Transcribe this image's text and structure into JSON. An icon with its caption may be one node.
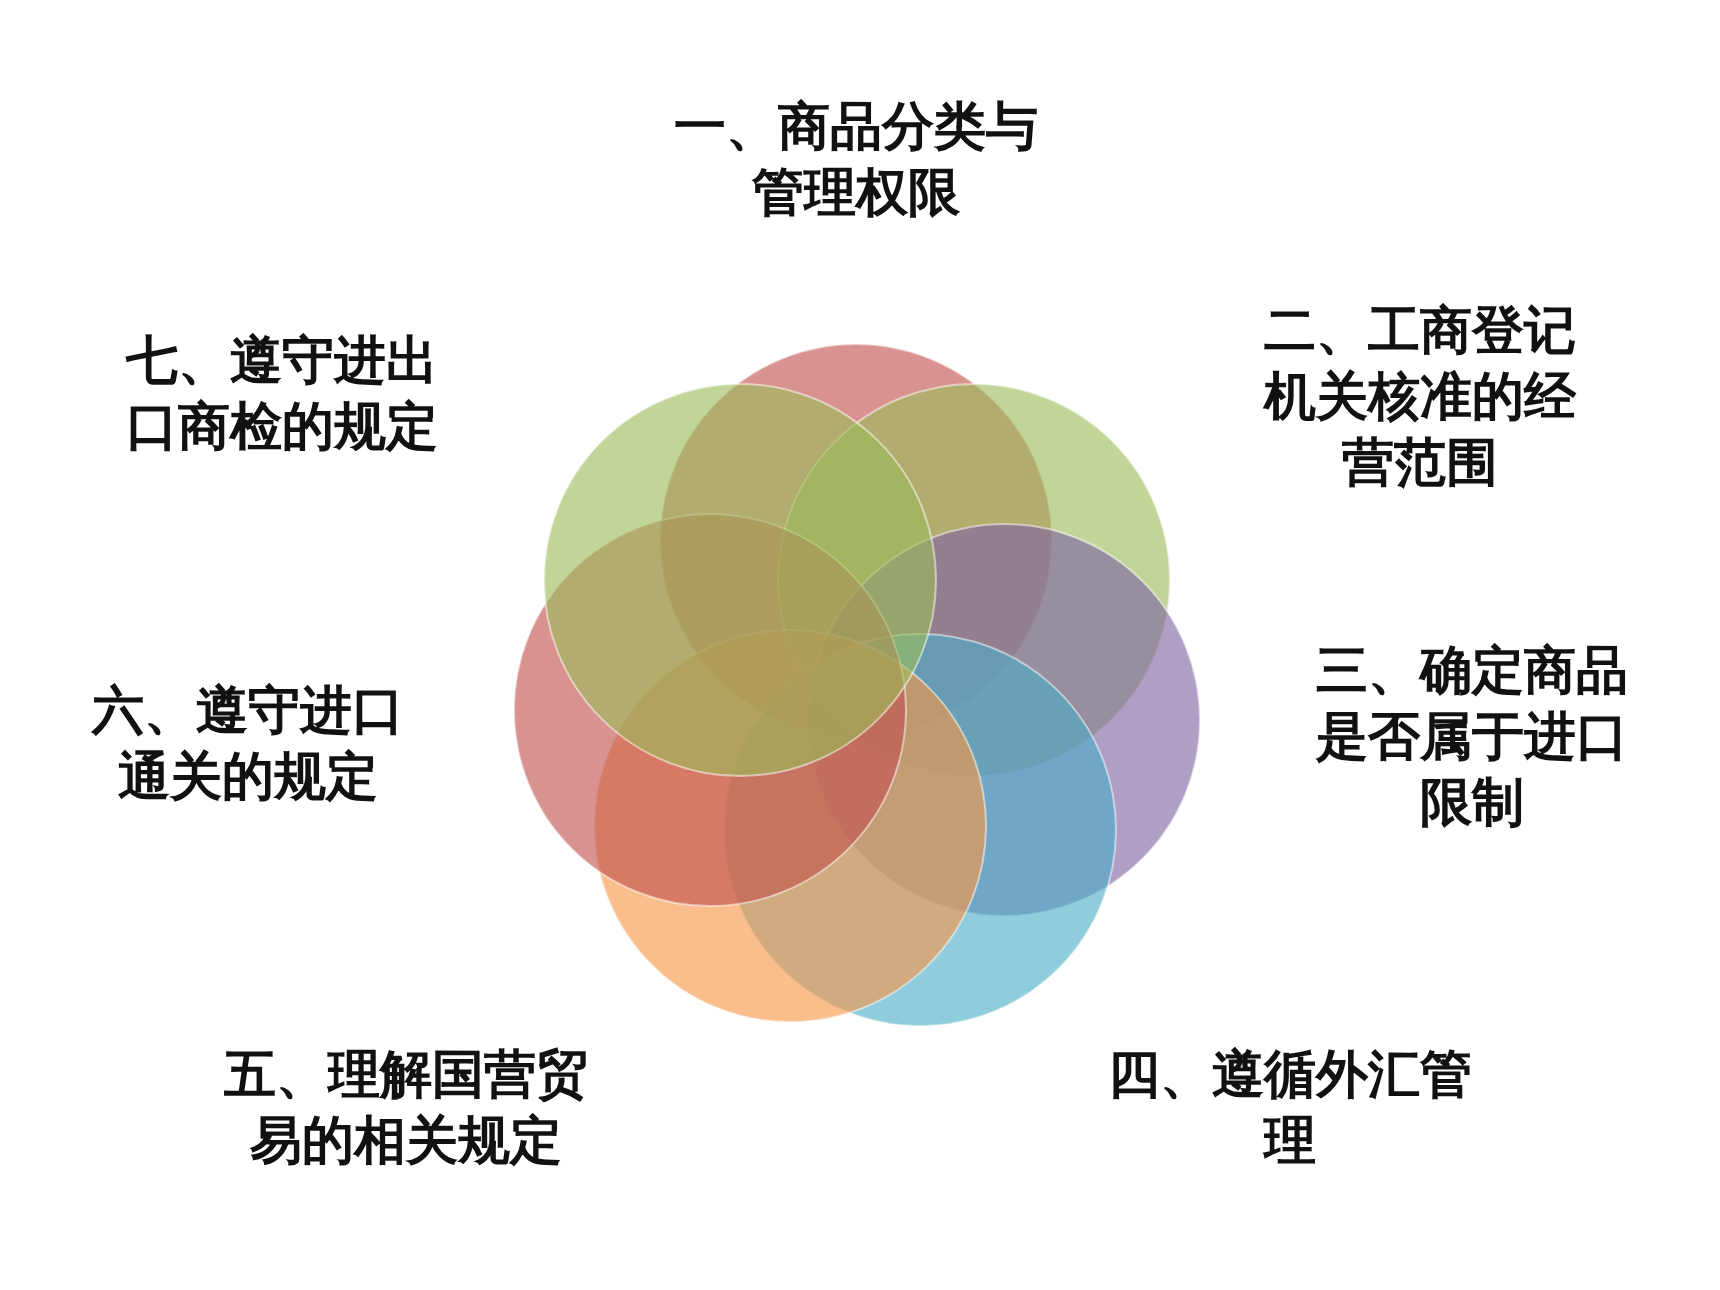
{
  "diagram": {
    "labels": [
      "一、商品分类与管理权限",
      "二、工商登记机关核准的经营范围",
      "三、确定商品是否属于进口限制",
      "四、遵循外汇管理",
      "五、理解国营贸易的相关规定",
      "六、遵守进口通关的规定",
      "七、遵守进出口商检的规定"
    ]
  }
}
